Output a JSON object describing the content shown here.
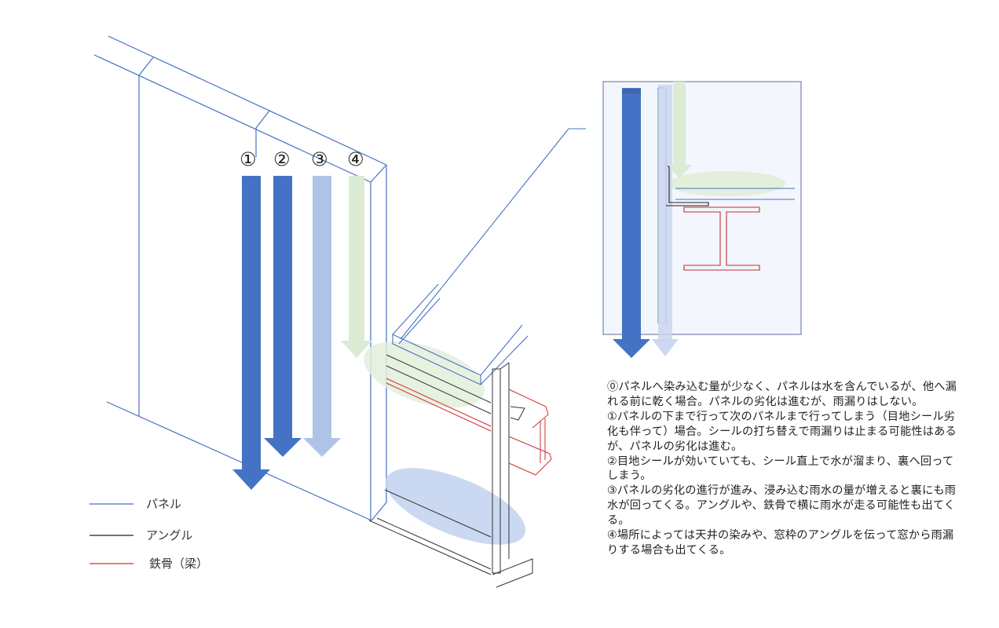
{
  "colors": {
    "panel": "#4472C4",
    "angle": "#222222",
    "steel": "#D03030",
    "arrow_strong": "#4472C4",
    "arrow_light": "#AFC3E6",
    "arrow_green": "#DCEBD3",
    "ellipse_green": "#E3EEDB",
    "ellipse_blue": "#C5D4EF",
    "detail_bg": "#F3F6FC"
  },
  "arrow_labels": [
    "①",
    "②",
    "③",
    "④"
  ],
  "legend": [
    {
      "label": "パネル",
      "color_key": "panel"
    },
    {
      "label": "アングル",
      "color_key": "angle"
    },
    {
      "label": "鉄骨（梁）",
      "color_key": "steel"
    }
  ],
  "notes": [
    "⓪パネルへ染み込む量が少なく、パネルは水を含んでいるが、他へ漏れる前に乾く場合。パネルの劣化は進むが、雨漏りはしない。",
    "①パネルの下まで行って次のパネルまで行ってしまう（目地シール劣化も伴って）場合。シールの打ち替えで雨漏りは止まる可能性はあるが、パネルの劣化は進む。",
    "②目地シールが効いていても、シール直上で水が溜まり、裏へ回ってしまう。",
    "③パネルの劣化の進行が進み、浸み込む雨水の量が増えると裏にも雨水が回ってくる。アングルや、鉄骨で横に雨水が走る可能性も出てくる。",
    "④場所によっては天井の染みや、窓枠のアングルを伝って窓から雨漏りする場合も出てくる。"
  ]
}
